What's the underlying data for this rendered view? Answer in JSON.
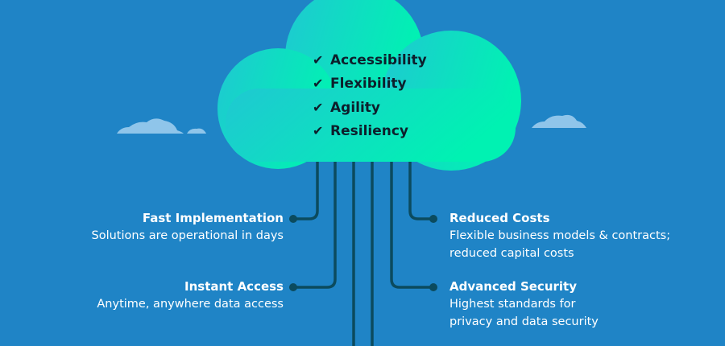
{
  "cloud": {
    "checklist": [
      {
        "icon": "check-icon",
        "label": "Accessibility"
      },
      {
        "icon": "check-icon",
        "label": "Flexibility"
      },
      {
        "icon": "check-icon",
        "label": "Agility"
      },
      {
        "icon": "check-icon",
        "label": "Resiliency"
      }
    ]
  },
  "benefits": {
    "fast_implementation": {
      "title": "Fast Implementation",
      "description": "Solutions are operational in days"
    },
    "instant_access": {
      "title": "Instant Access",
      "description": "Anytime, anywhere data access"
    },
    "reduced_costs": {
      "title": "Reduced Costs",
      "description_line1": "Flexible business models & contracts;",
      "description_line2": "reduced capital costs"
    },
    "advanced_security": {
      "title": "Advanced Security",
      "description_line1": "Highest standards for",
      "description_line2": "privacy and data security"
    }
  },
  "colors": {
    "background": "#1f84c6",
    "cloud_gradient_start": "#1ccfd0",
    "cloud_gradient_end": "#00f0b5",
    "connector_lines": "#0b4b5e",
    "small_clouds": "#8cc3e8",
    "text_light": "#ffffff",
    "text_dark": "#0d1f2c"
  }
}
